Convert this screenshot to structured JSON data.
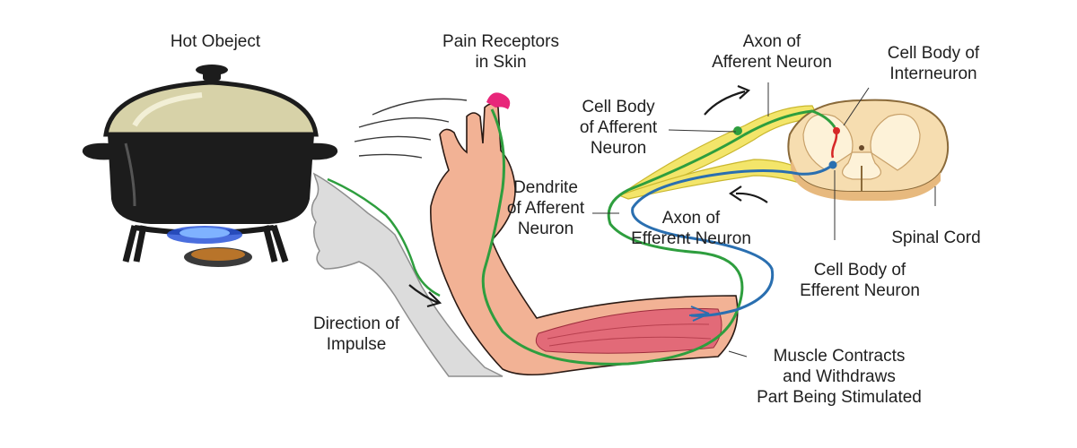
{
  "labels": {
    "hot_object": "Hot Obeject",
    "pain_receptors": "Pain Receptors\nin Skin",
    "axon_afferent": "Axon of\nAfferent Neuron",
    "cell_body_interneuron": "Cell Body of\nInterneuron",
    "cell_body_afferent": "Cell Body\nof Afferent\nNeuron",
    "dendrite_afferent": "Dendrite\nof Afferent\nNeuron",
    "axon_efferent": "Axon of\nEfferent Neuron",
    "spinal_cord": "Spinal Cord",
    "cell_body_efferent": "Cell Body of\nEfferent Neuron",
    "direction_impulse": "Direction of\nImpulse",
    "muscle_contracts": "Muscle Contracts\nand Withdraws\nPart Being Stimulated"
  },
  "colors": {
    "afferent_neuron": "#2e9e3e",
    "efferent_neuron": "#2a6fb0",
    "interneuron": "#d62828",
    "skin": "#f2b295",
    "muscle": "#e26a78",
    "nerve_bundle": "#f3e56a",
    "spinal_cord": "#f6ddb0",
    "pot": "#1c1c1c",
    "pain_receptor": "#e8267a",
    "flame": "#2a55d8"
  }
}
